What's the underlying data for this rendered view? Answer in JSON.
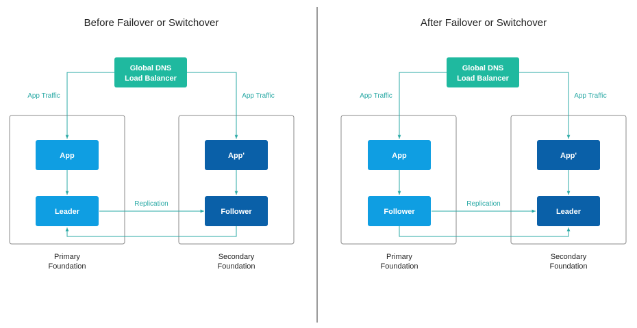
{
  "colors": {
    "teal": "#1fb99f",
    "light_blue": "#0f9ee2",
    "dark_blue": "#0a60a8",
    "edge": "#2aa9a5",
    "divider": "#333333"
  },
  "before": {
    "title": "Before Failover or Switchover",
    "dns_line1": "Global DNS",
    "dns_line2": "Load Balancer",
    "app_traffic_left": "App Traffic",
    "app_traffic_right": "App Traffic",
    "replication": "Replication",
    "primary_app": "App",
    "primary_db": "Leader",
    "secondary_app": "App'",
    "secondary_db": "Follower",
    "primary_caption_1": "Primary",
    "primary_caption_2": "Foundation",
    "secondary_caption_1": "Secondary",
    "secondary_caption_2": "Foundation"
  },
  "after": {
    "title": "After Failover or Switchover",
    "dns_line1": "Global DNS",
    "dns_line2": "Load Balancer",
    "app_traffic_left": "App Traffic",
    "app_traffic_right": "App Traffic",
    "replication": "Replication",
    "primary_app": "App",
    "primary_db": "Follower",
    "secondary_app": "App'",
    "secondary_db": "Leader",
    "primary_caption_1": "Primary",
    "primary_caption_2": "Foundation",
    "secondary_caption_1": "Secondary",
    "secondary_caption_2": "Foundation"
  }
}
